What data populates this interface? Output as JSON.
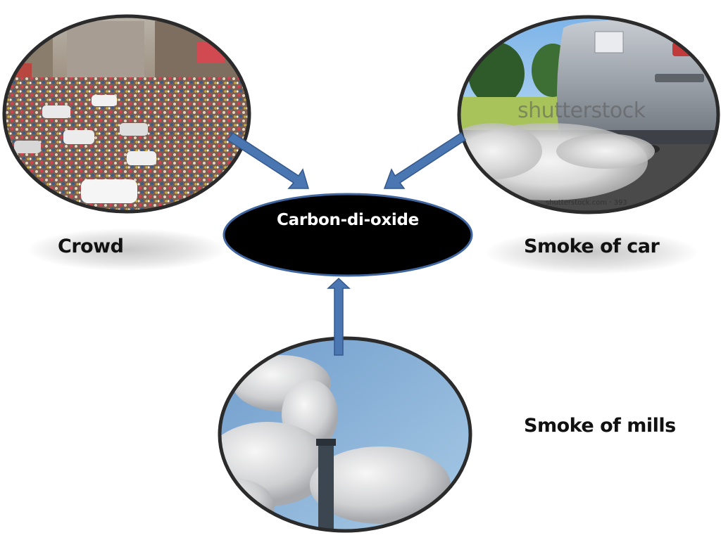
{
  "center": {
    "label": "Carbon-di-oxide",
    "fill": "#000000",
    "stroke": "#3f66a0"
  },
  "sources": [
    {
      "id": "crowd",
      "label": "Crowd",
      "icon": "crowd-street-photo-icon"
    },
    {
      "id": "car",
      "label": "Smoke of car",
      "icon": "car-exhaust-photo-icon"
    },
    {
      "id": "mills",
      "label": "Smoke of mills",
      "icon": "chimney-smoke-photo-icon"
    }
  ],
  "photo_watermark": {
    "brand": "shutterstock",
    "footer": "shutterstock.com · 393"
  },
  "colors": {
    "arrow": "#4a76b2",
    "arrow_border": "#35598d",
    "frame": "#2b2b2b"
  }
}
